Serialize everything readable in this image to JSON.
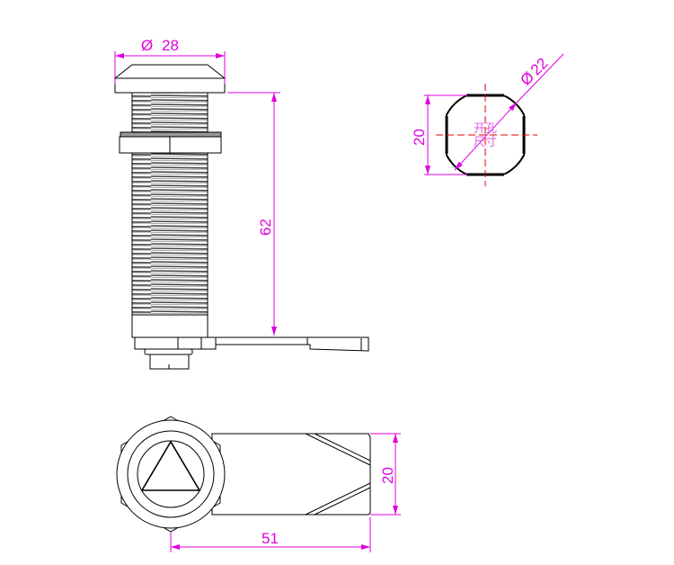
{
  "colors": {
    "dimension": "#e000e0",
    "centerline": "#e00000",
    "outline": "#000000"
  },
  "side_view": {
    "diameter_symbol": "Ø",
    "cap_diameter": "28",
    "length": "62"
  },
  "cutout_view": {
    "diameter_symbol": "Ø",
    "diameter": "22",
    "flat_width": "20",
    "label_line1": "开孔",
    "label_line2": "尺寸"
  },
  "bottom_view": {
    "cam_width": "20",
    "cam_length": "51"
  }
}
